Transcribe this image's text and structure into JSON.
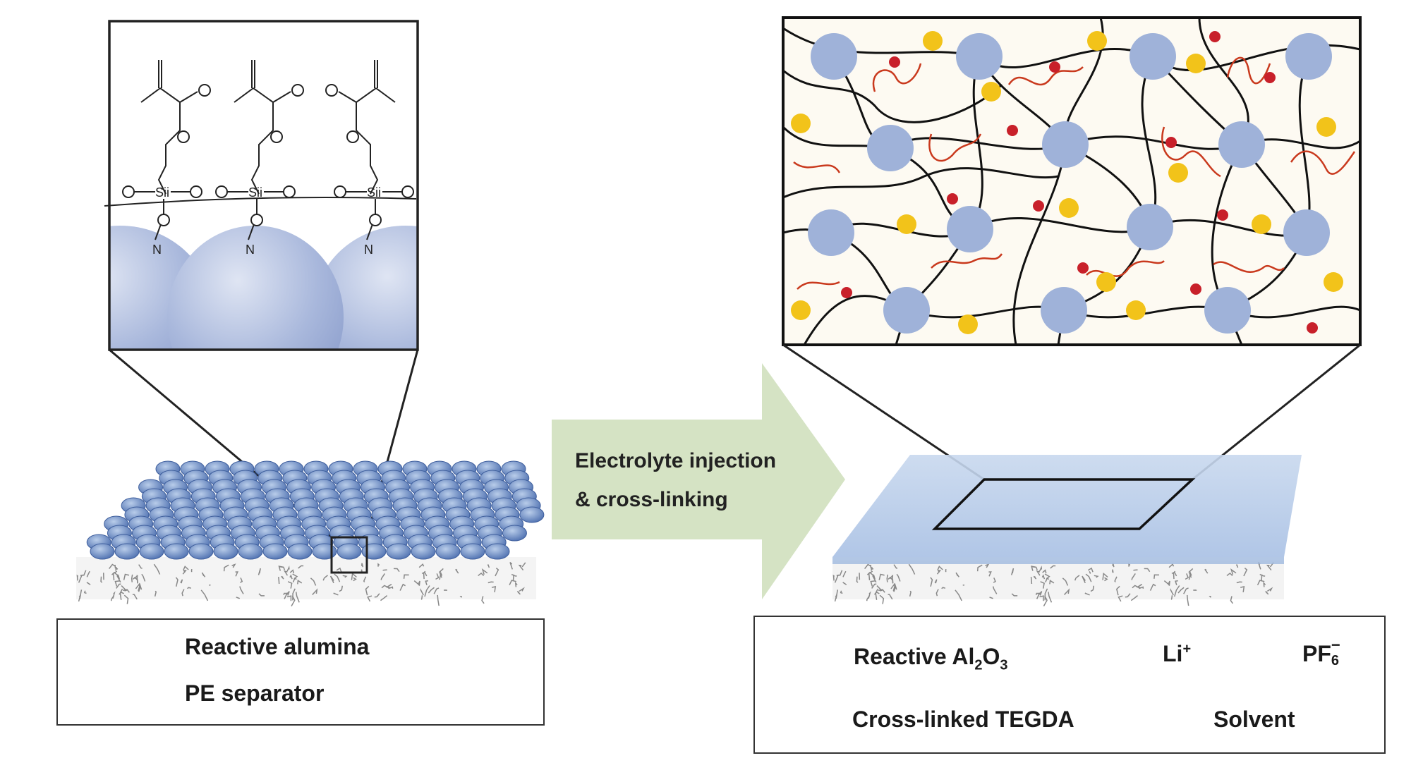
{
  "arrow": {
    "line1": "Electrolyte injection",
    "line2": "& cross-linking",
    "fill": "#d5e3c4"
  },
  "legend_left": {
    "items": [
      {
        "key": "alumina",
        "text": "Reactive alumina"
      },
      {
        "key": "separator",
        "text": "PE separator"
      }
    ]
  },
  "legend_right": {
    "alumina_main": "Reactive Al",
    "alumina_sub2": "2",
    "alumina_mid": "O",
    "alumina_sub3": "3",
    "li_main": "Li",
    "li_sup": "+",
    "pf_main": "PF",
    "pf_sub": "6",
    "pf_sup": "−",
    "tegda": "Cross-linked TEGDA",
    "solvent": "Solvent"
  },
  "colors": {
    "alumina": "#9fb2d9",
    "li": "#c8202a",
    "pf6": "#f2c31a",
    "solvent": "#c9391d",
    "network": "#111111",
    "film": "#b8cde8",
    "bead": "#6f8fc7"
  },
  "chemistry": {
    "atoms": [
      "O",
      "O",
      "Si",
      "O",
      "O",
      "N"
    ]
  }
}
